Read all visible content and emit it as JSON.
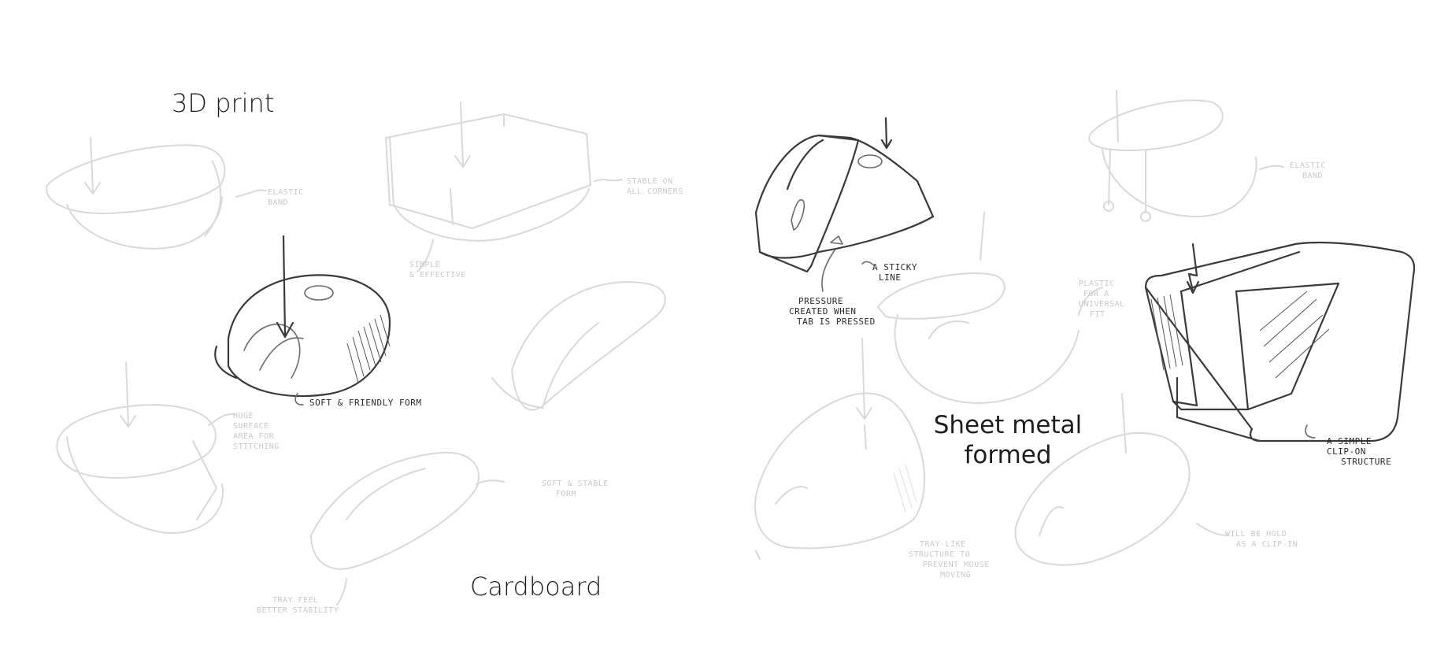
{
  "captions": {
    "print_3d": "3D print",
    "cardboard": "Cardboard",
    "sheet_metal_line1": "Sheet metal",
    "sheet_metal_line2": "formed"
  },
  "annotations": {
    "soft_friendly": "SOFT & FRIENDLY FORM",
    "sticky_line1": "A STICKY",
    "sticky_line2": "LINE",
    "pressure_line1": "PRESSURE",
    "pressure_line2": "CREATED WHEN",
    "pressure_line3": "TAB IS PRESSED",
    "clip_line1": "A SIMPLE",
    "clip_line2": "CLIP-ON",
    "clip_line3": "STRUCTURE",
    "elastic_band_1_line1": "ELASTIC",
    "elastic_band_1_line2": "BAND",
    "stable_line1": "STABLE ON",
    "stable_line2": "ALL CORNERS",
    "simple_line1": "SIMPLE",
    "simple_line2": "& EFFECTIVE",
    "huge_surface_line1": "HUGE",
    "huge_surface_line2": "SURFACE",
    "huge_surface_line3": "AREA FOR",
    "huge_surface_line4": "STITCHING",
    "soft_stable_line1": "SOFT & STABLE",
    "soft_stable_line2": "FORM",
    "tray_like_line1": "TRAY-LIKE",
    "tray_like_line2": "STRUCTURE TO",
    "tray_like_line3": "PREVENT MOUSE",
    "tray_like_line4": "MOVING",
    "elastic_band_2_line1": "ELASTIC",
    "elastic_band_2_line2": "BAND",
    "plastic_line1": "PLASTIC",
    "plastic_line2": "FOR A",
    "plastic_line3": "UNIVERSAL",
    "plastic_line4": "FIT",
    "hold_line1": "WILL BE HOLD",
    "hold_line2": "AS A CLIP-IN",
    "tray_feel_line1": "TRAY FEEL",
    "tray_feel_line2": "BETTER STABILITY"
  },
  "icons": [
    "mouse-sketch",
    "arrow-down-icon"
  ],
  "colors": {
    "caption": "#1e1e1e",
    "dark_sketch": "#3a3a3a",
    "faint_sketch": "#d9d9d9"
  }
}
